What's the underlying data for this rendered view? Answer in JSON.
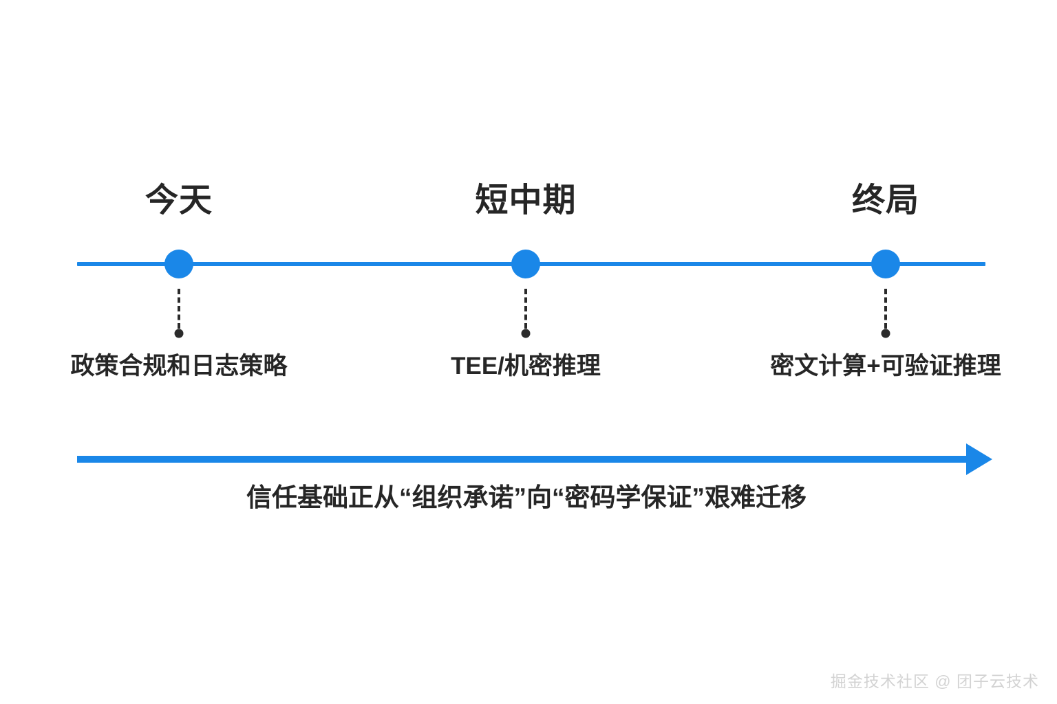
{
  "theme": {
    "accent_blue": "#1a87e8",
    "text_dark": "#262626",
    "connector_dark": "#2b2b2b",
    "background": "#ffffff",
    "watermark_gray": "#d3d3d3"
  },
  "diagram": {
    "type": "timeline",
    "orientation": "horizontal",
    "milestones": [
      {
        "heading": "今天",
        "label": "政策合规和日志策略",
        "position_pct": 11.5
      },
      {
        "heading": "短中期",
        "label": "TEE/机密推理",
        "position_pct": 48.2
      },
      {
        "heading": "终局",
        "label": "密文计算+可验证推理",
        "position_pct": 82.6
      }
    ],
    "direction_arrow": {
      "caption": "信任基础正从“组织承诺”向“密码学保证”艰难迁移",
      "points": "right"
    }
  },
  "watermark": {
    "text": "掘金技术社区 @ 团子云技术"
  }
}
